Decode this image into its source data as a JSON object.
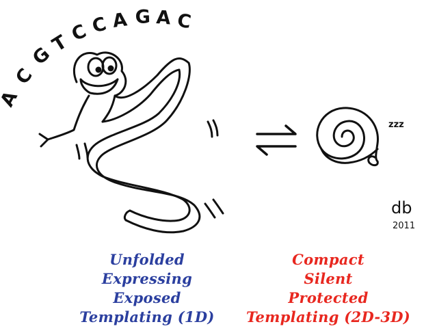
{
  "sequence_letters": [
    "A",
    "C",
    "G",
    "T",
    "C",
    "C",
    "A",
    "G",
    "A",
    "C"
  ],
  "snore_text": "zzz",
  "signature": {
    "initials": "db",
    "year": "2011"
  },
  "left_state": {
    "lines": [
      "Unfolded",
      "Expressing",
      "Exposed",
      "Templating (1D)"
    ],
    "color": "#2b3f9f"
  },
  "right_state": {
    "lines": [
      "Compact",
      "Silent",
      "Protected",
      "Templating (2D-3D)"
    ],
    "color": "#e8271f"
  },
  "equilibrium_symbol": "⇌"
}
